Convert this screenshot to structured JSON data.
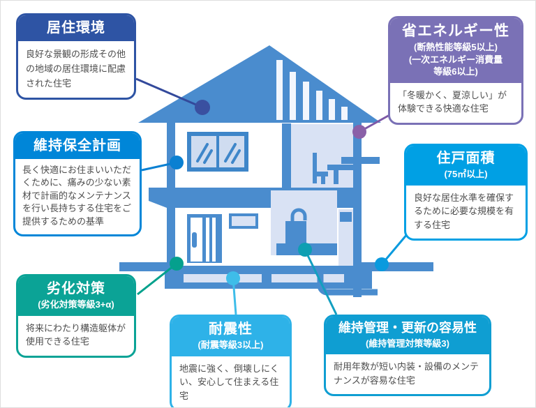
{
  "diagram": {
    "subject": "long-term quality housing standards",
    "background": "#ffffff"
  },
  "palette": {
    "house_blue": "#4a8cce",
    "house_light_fill": "#d9e2f4",
    "window_glass": "#cfdcf0",
    "attic_slat": "#f2f6fd",
    "background": "#ffffff"
  },
  "boxes": [
    {
      "key": "living-environment",
      "title": "居住環境",
      "body": "良好な景観の形成その他の地域の居住環境に配慮された住宅",
      "color": "#2e54a4"
    },
    {
      "key": "maintenance-plan",
      "title": "維持保全計画",
      "body": "長く快適にお住まいいただくために、痛みの少ない素材で計画的なメンテナンスを行い長持ちする住宅をご提供するための基準",
      "color": "#0086d8"
    },
    {
      "key": "deterioration-countermeasures",
      "title": "劣化対策",
      "subtitle": "(劣化対策等級3+α)",
      "body": "将来にわたり構造躯体が使用できる住宅",
      "color": "#0ba396"
    },
    {
      "key": "energy-saving",
      "title": "省エネルギー性",
      "subtitle": "(断熱性能等級5以上)\n(一次エネルギー消費量\n等級6以上)",
      "body": "「冬暖かく、夏涼しい」が体験できる快適な住宅",
      "color": "#7a71b6"
    },
    {
      "key": "dwelling-area",
      "title": "住戸面積",
      "subtitle": "(75㎡以上)",
      "body": "良好な居住水準を確保するために必要な規模を有する住宅",
      "color": "#00a0e4"
    },
    {
      "key": "seismic-resistance",
      "title": "耐震性",
      "subtitle": "(耐震等級3以上)",
      "body": "地震に強く、倒壊しにくい、安心して住まえる住宅",
      "color": "#2eb2e8"
    },
    {
      "key": "ease-of-maintenance",
      "title": "維持管理・更新の容易性",
      "subtitle": "(維持管理対策等級3)",
      "body": "耐用年数が短い内装・設備のメンテナンスが容易な住宅",
      "color": "#0f9ed2"
    }
  ],
  "connectors": [
    {
      "for": "living-environment",
      "line_color": "#33499b",
      "dot_color": "#3a50a0"
    },
    {
      "for": "maintenance-plan",
      "line_color": "#0a80d2",
      "dot_color": "#0a80d2"
    },
    {
      "for": "deterioration-countermeasures",
      "line_color": "#00a18c",
      "dot_color": "#05a08d"
    },
    {
      "for": "energy-saving",
      "line_color": "#7d58a6",
      "dot_color": "#8a60a8"
    },
    {
      "for": "dwelling-area",
      "line_color": "#0a9ade",
      "dot_color": "#0a9ade"
    },
    {
      "for": "seismic-resistance",
      "line_color": "#3ebde9",
      "dot_color": "#3ebde9"
    },
    {
      "for": "ease-of-maintenance",
      "line_color": "#129fc0",
      "dot_color": "#0d9fb2"
    }
  ]
}
